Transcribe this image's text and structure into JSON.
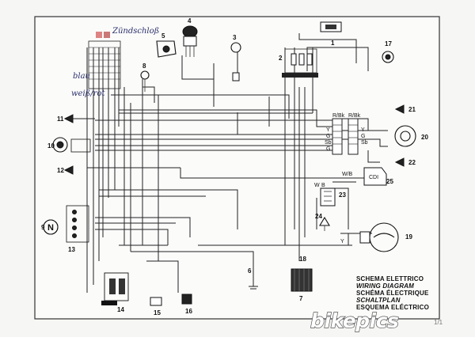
{
  "diagram": {
    "title_lines": [
      "SCHEMA ELETTRICO",
      "WIRING DIAGRAM",
      "SCHÉMA ÉLECTRIQUE",
      "SCHALTPLAN",
      "ESQUEMA ELÉCTRICO"
    ],
    "handwritten": {
      "top": "Zündschloß",
      "left_1": "blau",
      "left_2": "weiß/rot"
    },
    "component_numbers": [
      "1",
      "2",
      "3",
      "4",
      "5",
      "6",
      "7",
      "8",
      "9",
      "10",
      "11",
      "12",
      "13",
      "14",
      "15",
      "16",
      "17",
      "18",
      "19",
      "20",
      "21",
      "22",
      "23",
      "24",
      "25"
    ],
    "wire_codes": {
      "connector_main_1": "R/Bk",
      "connector_main_2": "R/Bk",
      "connector_main_3": "Y",
      "connector_main_4": "G",
      "connector_main_5": "Sb",
      "connector_main_6": "G",
      "connector_right_1": "Y",
      "connector_right_2": "G",
      "connector_right_3": "Sb",
      "cdi_wire": "W/B",
      "cdi_label": "CDI",
      "coil_wire_1": "W",
      "coil_wire_2": "B",
      "bottom_y": "Y"
    },
    "neutral_symbol": "N",
    "watermark": "bikepics",
    "page_number": "1/1"
  }
}
